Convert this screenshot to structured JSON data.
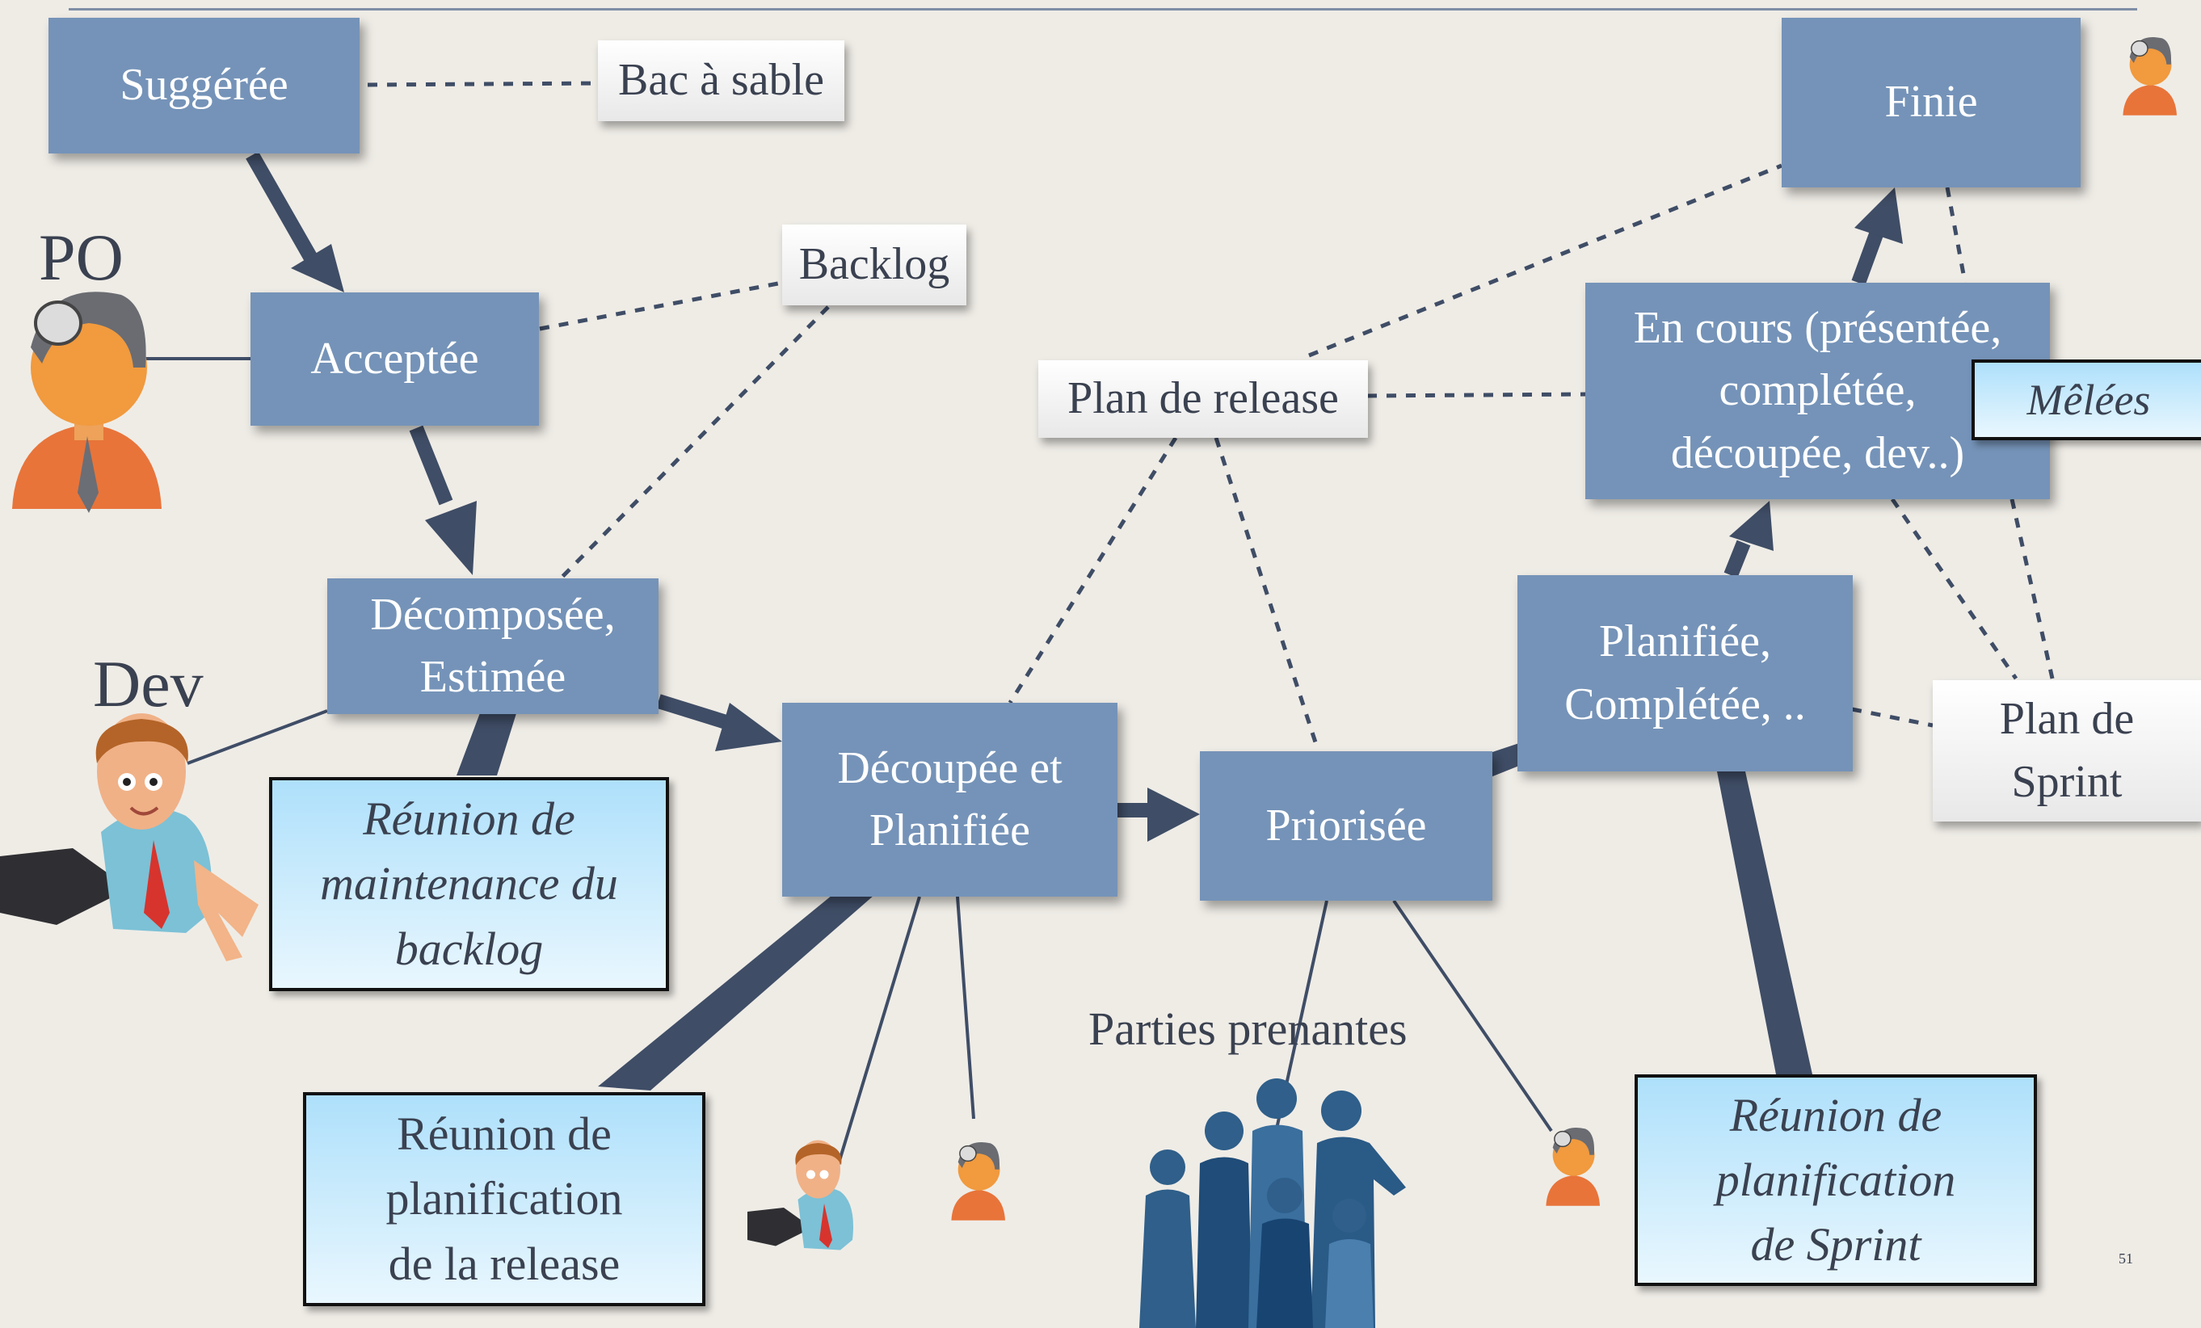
{
  "roles": {
    "po": "PO",
    "dev": "Dev"
  },
  "states": {
    "suggeree": "Suggérée",
    "acceptee": "Acceptée",
    "decomposee": "Décomposée,\nEstimée",
    "decoupee": "Découpée et\nPlanifiée",
    "priorisee": "Priorisée",
    "planifiee": "Planifiée,\nComplétée,  ..",
    "encours": "En cours (présentée,\ncomplétée,\ndécoupée, dev..)",
    "finie": "Finie"
  },
  "artifacts": {
    "bac_a_sable": "Bac à sable",
    "backlog": "Backlog",
    "plan_release": "Plan de release",
    "plan_sprint": "Plan de\nSprint",
    "melees": "Mêlées"
  },
  "meetings": {
    "maintenance": "Réunion de\nmaintenance du\nbacklog",
    "planif_release": "Réunion de\nplanification\nde la release",
    "planif_sprint": "Réunion de\nplanification\nde Sprint"
  },
  "stakeholders_label": "Parties prenantes",
  "page_number": "51",
  "colors": {
    "box": "#7593b8",
    "arrow": "#3f4d66",
    "dashed": "#3f4d66",
    "meeting": "#aee0fb"
  }
}
